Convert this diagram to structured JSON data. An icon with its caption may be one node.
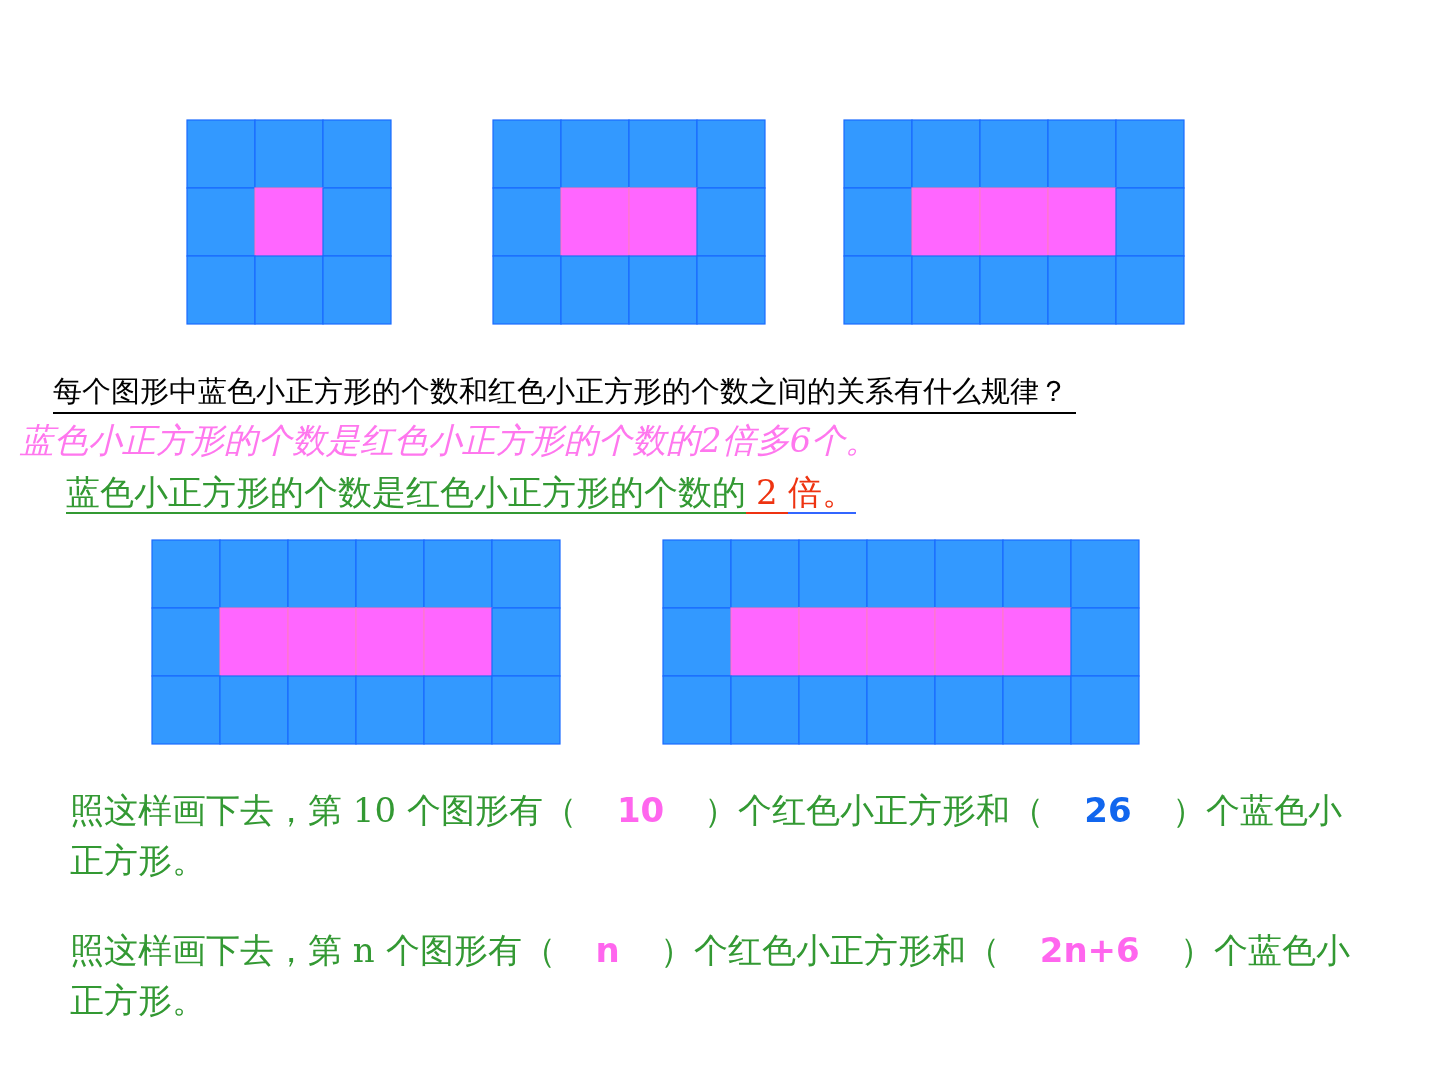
{
  "diagram": {
    "title": "每个图形中蓝色小正方形的个数和红色小正方形的个数之间的关系有什么规律？",
    "labels": [
      "蓝色小正方形的个数是红色小正方形的个数的2倍多6个。",
      "蓝色小正方形的个数是红色小正方形的个数的",
      "2",
      "倍。",
      "照这样画下去，第 10 个图形有（",
      "10",
      "）个红色小正方形和（",
      "26",
      "）个蓝色小正方形。",
      "照这样画下去，第 n 个图形有（",
      "n",
      "）个红色小正方形和（",
      "2n+6",
      "）个蓝色小正方形。"
    ]
  }
}
